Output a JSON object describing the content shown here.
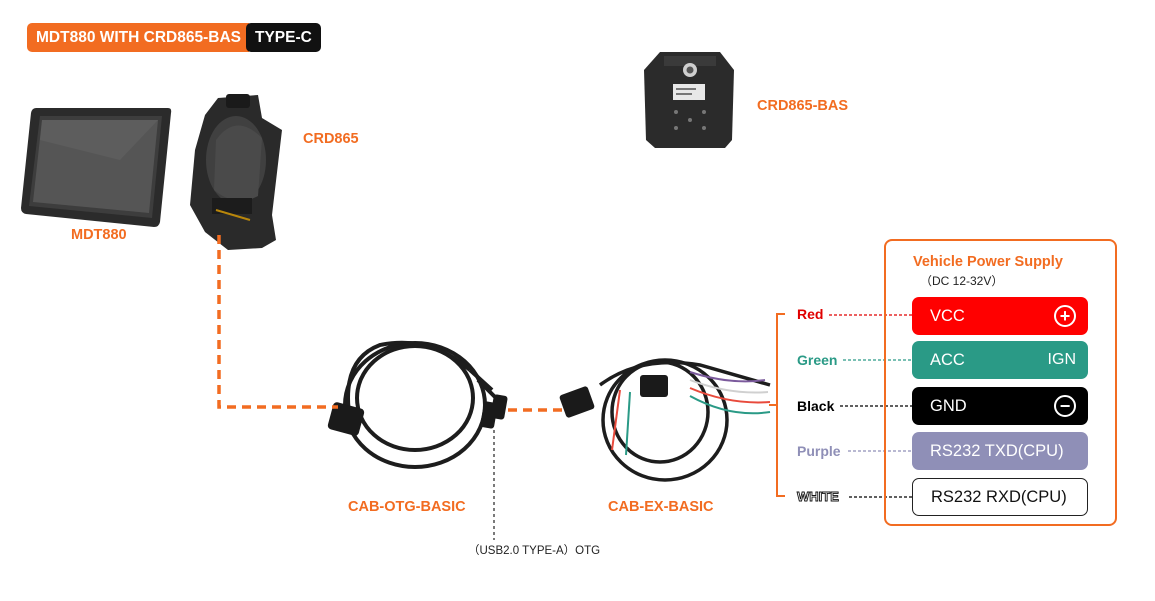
{
  "title": {
    "main": "MDT880 WITH CRD865-BAS",
    "tag": "TYPE-C"
  },
  "devices": {
    "tablet": "MDT880",
    "cradle": "CRD865",
    "base": "CRD865-BAS",
    "otg_cable": "CAB-OTG-BASIC",
    "ex_cable": "CAB-EX-BASIC"
  },
  "otg_note": "（USB2.0 TYPE-A）OTG",
  "power_supply": {
    "title": "Vehicle Power Supply",
    "subtitle": "（DC 12-32V）",
    "pins": [
      {
        "wire": "Red",
        "label": "VCC",
        "aux": "",
        "icon": "plus-circle-icon",
        "color": "#ff0000",
        "wire_color": "#e00000"
      },
      {
        "wire": "Green",
        "label": "ACC",
        "aux": "IGN",
        "icon": "",
        "color": "#2a9a86",
        "wire_color": "#2a9a86"
      },
      {
        "wire": "Black",
        "label": "GND",
        "aux": "",
        "icon": "minus-circle-icon",
        "color": "#000000",
        "wire_color": "#000000"
      },
      {
        "wire": "Purple",
        "label": "RS232 TXD(CPU)",
        "aux": "",
        "icon": "",
        "color": "#8f8fb7",
        "wire_color": "#8f8fb7"
      },
      {
        "wire": "WHITE",
        "label": "RS232 RXD(CPU)",
        "aux": "",
        "icon": "",
        "color": "#ffffff",
        "wire_color": "#ffffff"
      }
    ]
  }
}
